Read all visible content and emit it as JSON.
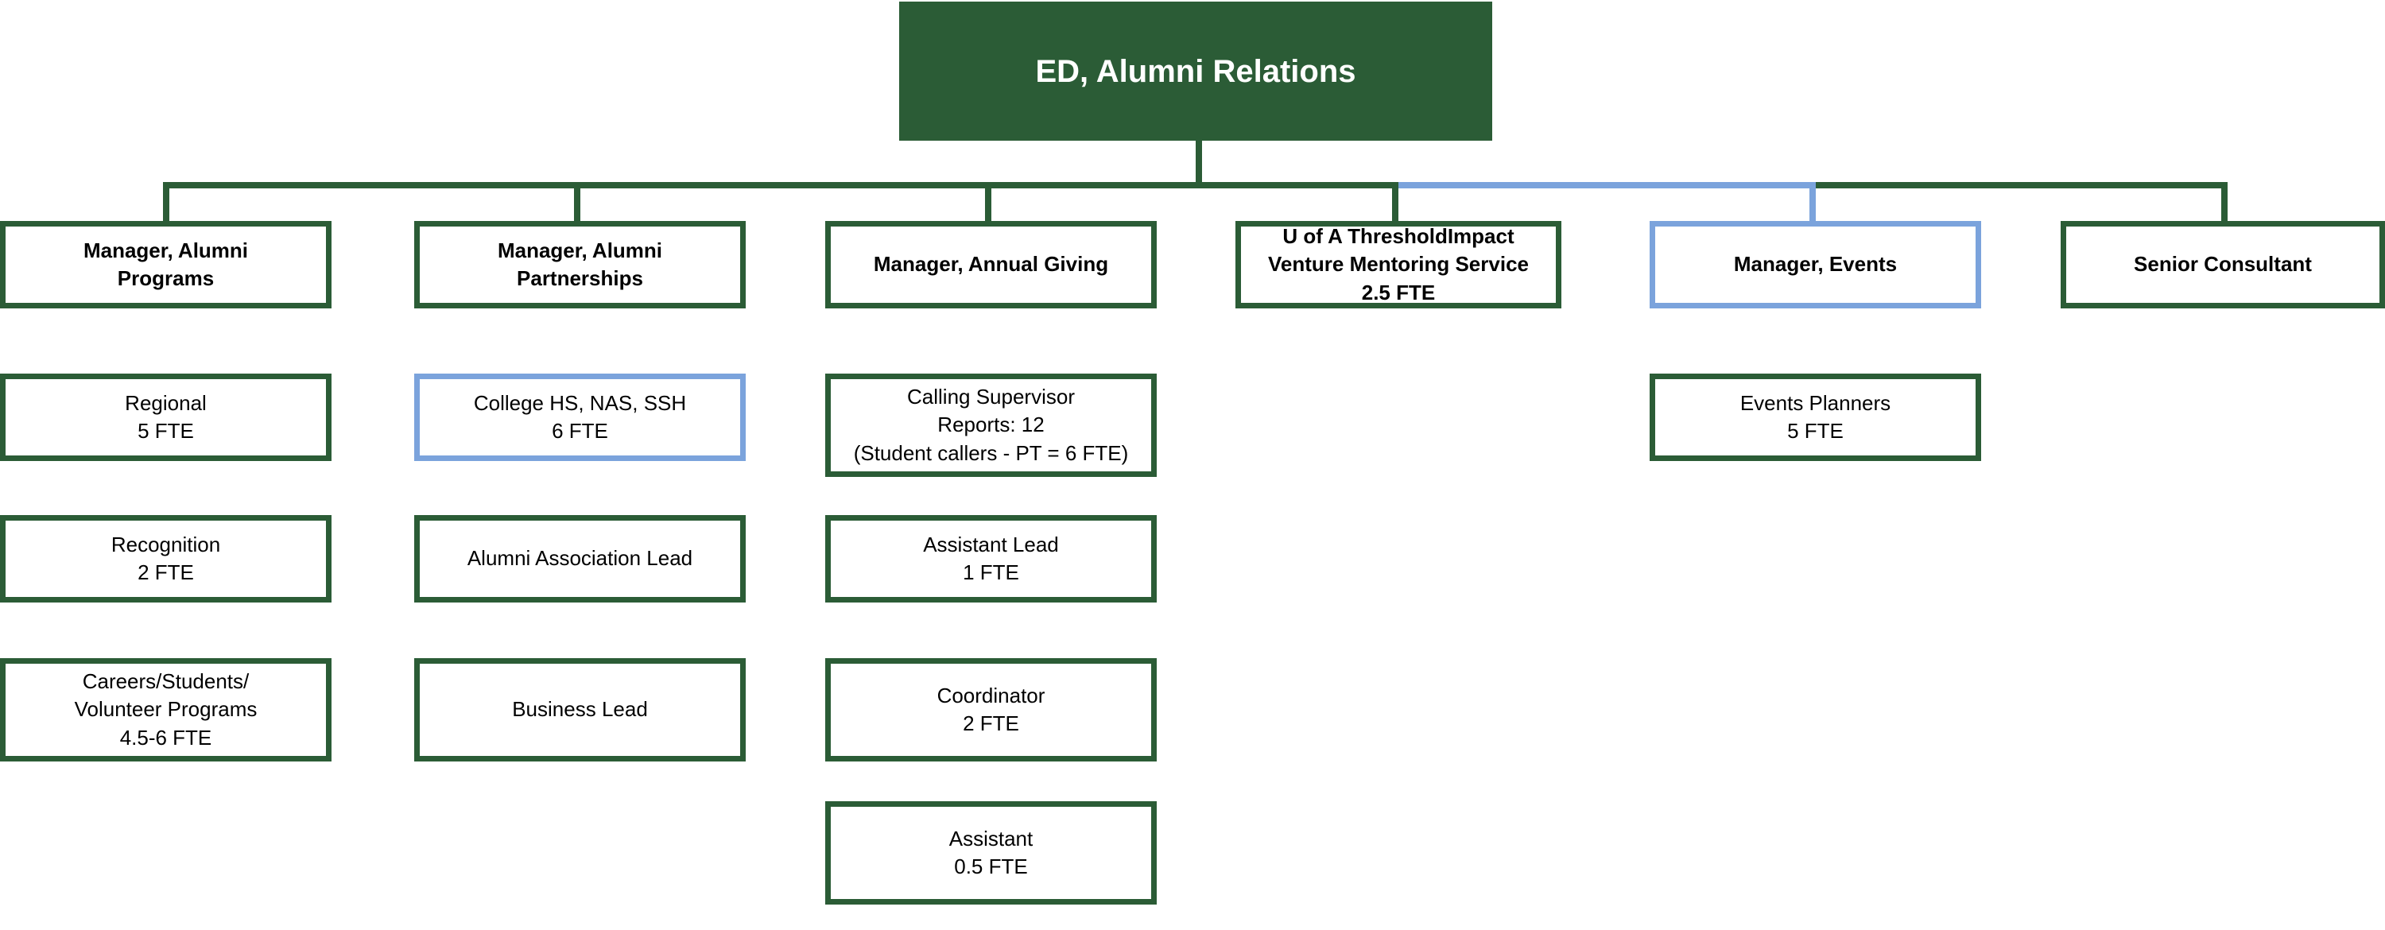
{
  "colors": {
    "green": "#2B5C36",
    "blue": "#7BA3DC",
    "white": "#FFFFFF",
    "text": "#000000"
  },
  "root": {
    "title": "ED, Alumni Relations"
  },
  "columns": [
    {
      "key": "alumni-programs",
      "manager": {
        "label": "Manager, Alumni\nPrograms",
        "accent": "green"
      },
      "reports": [
        {
          "label": "Regional\n5 FTE",
          "accent": "green"
        },
        {
          "label": "Recognition\n2 FTE",
          "accent": "green"
        },
        {
          "label": "Careers/Students/\nVolunteer Programs\n4.5-6 FTE",
          "accent": "green"
        }
      ]
    },
    {
      "key": "alumni-partnerships",
      "manager": {
        "label": "Manager, Alumni\nPartnerships",
        "accent": "green"
      },
      "reports": [
        {
          "label": "College HS, NAS, SSH\n6 FTE",
          "accent": "blue"
        },
        {
          "label": "Alumni Association Lead",
          "accent": "green"
        },
        {
          "label": "Business Lead",
          "accent": "green"
        }
      ]
    },
    {
      "key": "annual-giving",
      "manager": {
        "label": "Manager, Annual Giving",
        "accent": "green"
      },
      "reports": [
        {
          "label": "Calling Supervisor\nReports: 12\n(Student callers - PT = 6 FTE)",
          "accent": "green"
        },
        {
          "label": "Assistant Lead\n1 FTE",
          "accent": "green"
        },
        {
          "label": "Coordinator\n2 FTE",
          "accent": "green"
        },
        {
          "label": "Assistant\n0.5 FTE",
          "accent": "green"
        }
      ]
    },
    {
      "key": "threshold-impact",
      "manager": {
        "label": "U of A ThresholdImpact\nVenture Mentoring Service\n2.5 FTE",
        "accent": "green"
      },
      "reports": []
    },
    {
      "key": "events",
      "manager": {
        "label": "Manager, Events",
        "accent": "blue"
      },
      "reports": [
        {
          "label": "Events Planners\n5 FTE",
          "accent": "green"
        }
      ]
    },
    {
      "key": "senior-consultant",
      "manager": {
        "label": "Senior Consultant",
        "accent": "green"
      },
      "reports": []
    }
  ]
}
